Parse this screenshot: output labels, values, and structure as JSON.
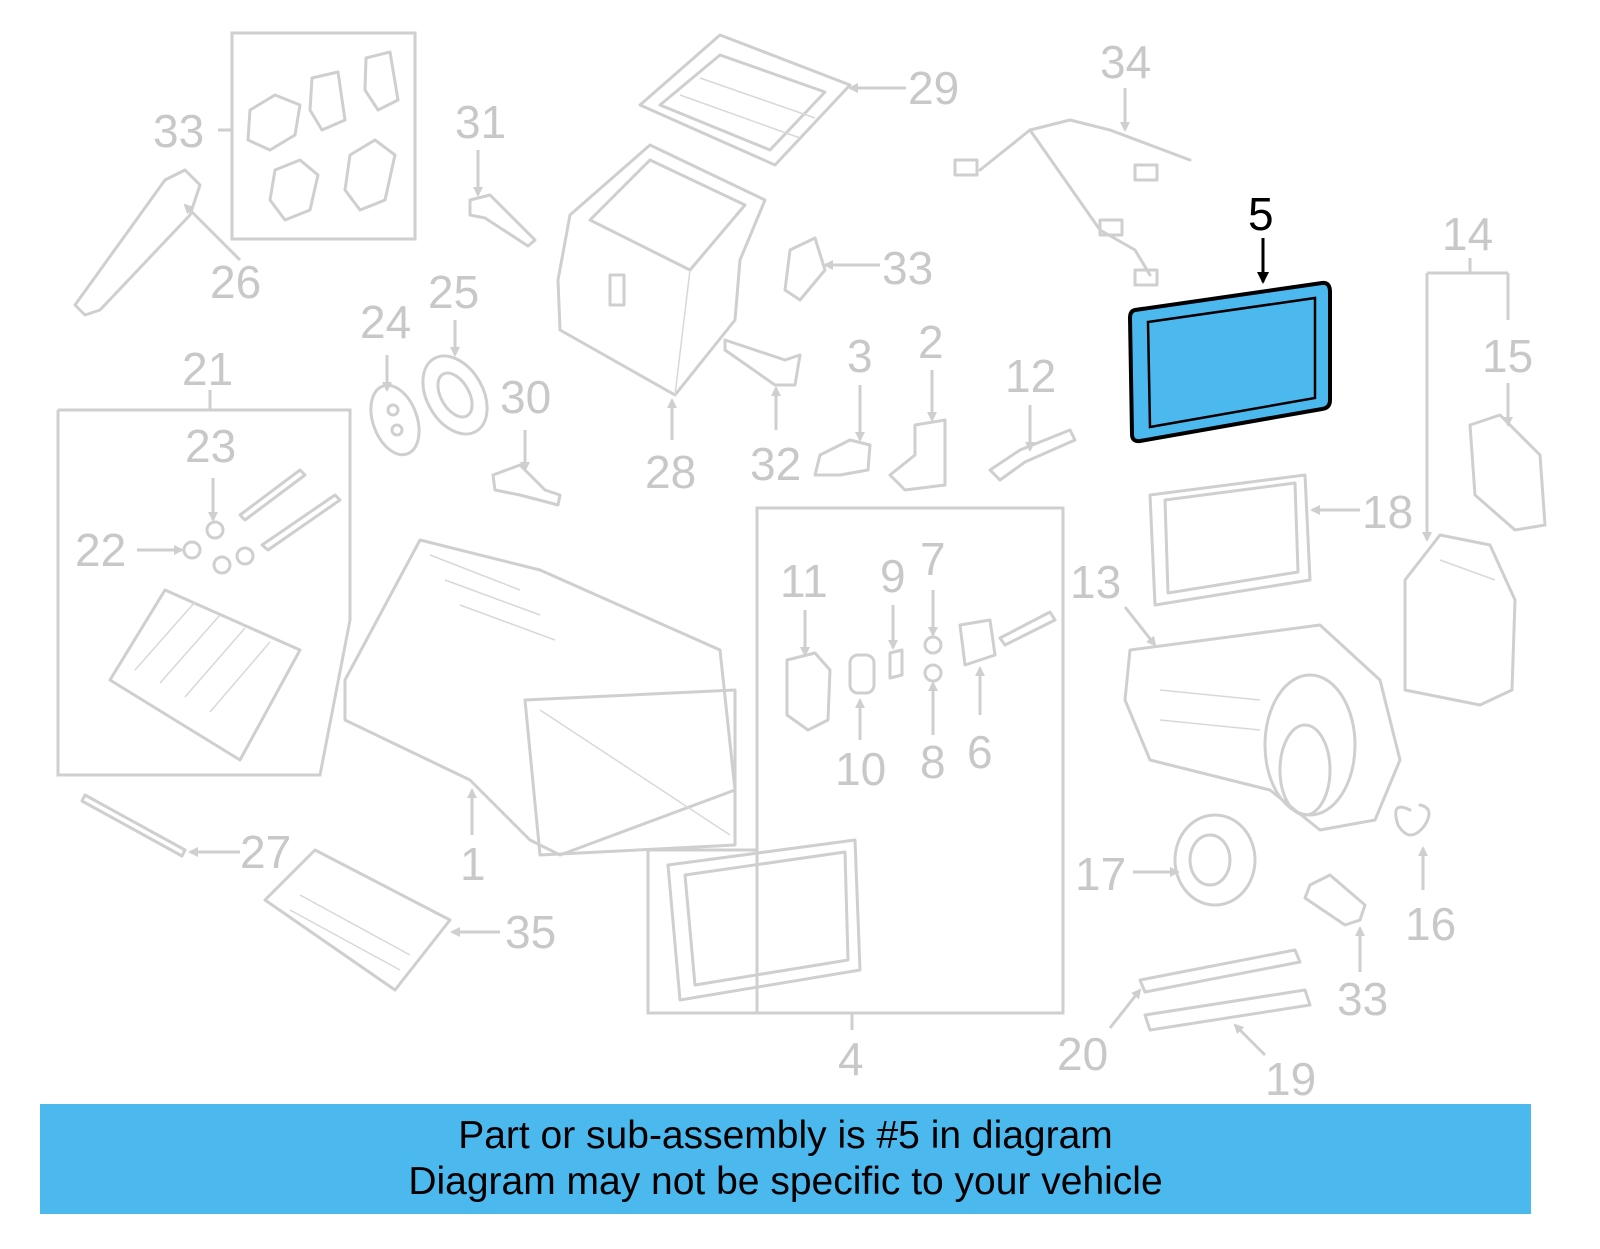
{
  "diagram": {
    "highlight_color": "#4bb8ee",
    "callouts": {
      "c1": "1",
      "c2": "2",
      "c3": "3",
      "c4": "4",
      "c5": "5",
      "c6": "6",
      "c7": "7",
      "c8": "8",
      "c9": "9",
      "c10": "10",
      "c11": "11",
      "c12": "12",
      "c13": "13",
      "c14": "14",
      "c15": "15",
      "c16": "16",
      "c17": "17",
      "c18": "18",
      "c19": "19",
      "c20": "20",
      "c21": "21",
      "c22": "22",
      "c23": "23",
      "c24": "24",
      "c25": "25",
      "c26": "26",
      "c27": "27",
      "c28": "28",
      "c29": "29",
      "c30": "30",
      "c31": "31",
      "c32": "32",
      "c33a": "33",
      "c33b": "33",
      "c33c": "33",
      "c34": "34",
      "c35": "35"
    }
  },
  "banner": {
    "line1": "Part or sub-assembly is #5 in diagram",
    "line2": "Diagram may not be specific to your vehicle"
  }
}
